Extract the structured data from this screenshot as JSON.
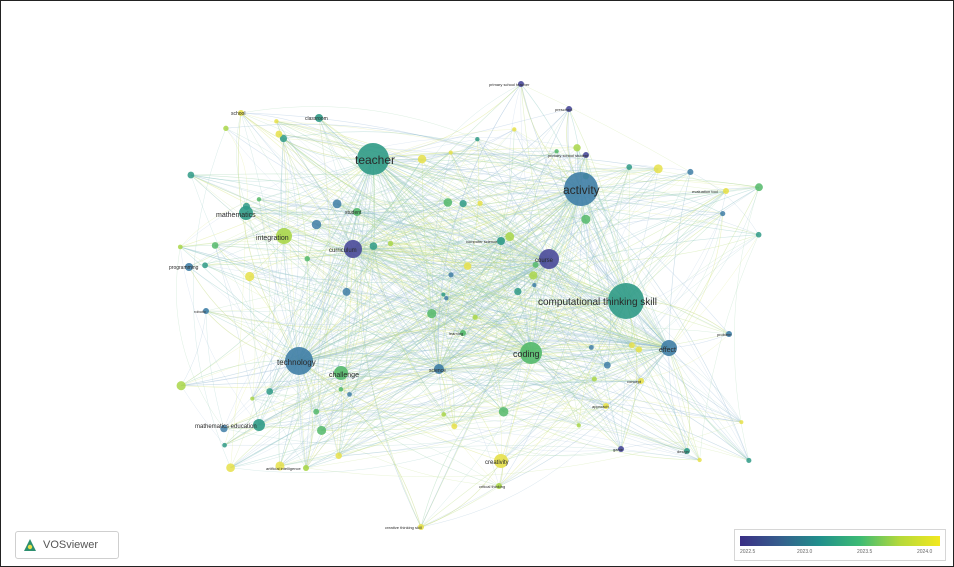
{
  "app": {
    "logo_text": "VOSviewer"
  },
  "legend": {
    "ticks": [
      "2022.5",
      "2023.0",
      "2023.5",
      "2024.0"
    ],
    "colors": [
      "#3b2f85",
      "#21908c",
      "#f2e81f"
    ]
  },
  "colors": {
    "purple": "#4a4a9a",
    "blue": "#3f7ea6",
    "teal": "#2f9a86",
    "green": "#53b96a",
    "lime": "#a9d649",
    "yellow": "#e6e04a"
  },
  "nodes": [
    {
      "label": "teacher",
      "c": "teal",
      "r": 16,
      "fs": 12
    },
    {
      "label": "activity",
      "c": "blue",
      "r": 17,
      "fs": 12
    },
    {
      "label": "computational thinking skill",
      "c": "teal",
      "r": 18,
      "fs": 10
    },
    {
      "label": "coding",
      "c": "green",
      "r": 11,
      "fs": 9
    },
    {
      "label": "technology",
      "c": "blue",
      "r": 14,
      "fs": 8
    },
    {
      "label": "mathematics",
      "c": "teal",
      "r": 7,
      "fs": 7
    },
    {
      "label": "integration",
      "c": "lime",
      "r": 8,
      "fs": 7
    },
    {
      "label": "curriculum",
      "c": "purple",
      "r": 9,
      "fs": 6
    },
    {
      "label": "course",
      "c": "purple",
      "r": 10,
      "fs": 6
    },
    {
      "label": "effect",
      "c": "blue",
      "r": 8,
      "fs": 7
    },
    {
      "label": "challenge",
      "c": "green",
      "r": 7,
      "fs": 7
    },
    {
      "label": "mathematics education",
      "c": "teal",
      "r": 6,
      "fs": 6
    },
    {
      "label": "creativity",
      "c": "yellow",
      "r": 7,
      "fs": 6
    },
    {
      "label": "science",
      "c": "blue",
      "r": 5,
      "fs": 5
    },
    {
      "label": "school",
      "c": "yellow",
      "r": 3,
      "fs": 5
    },
    {
      "label": "primary school teacher",
      "c": "purple",
      "r": 3,
      "fs": 4
    },
    {
      "label": "preschool",
      "c": "purple",
      "r": 3,
      "fs": 4
    },
    {
      "label": "primary school student",
      "c": "purple",
      "r": 3,
      "fs": 4
    },
    {
      "label": "evaluation tool",
      "c": "yellow",
      "r": 3,
      "fs": 4
    },
    {
      "label": "creative thinking skill",
      "c": "yellow",
      "r": 3,
      "fs": 4
    },
    {
      "label": "critical thinking",
      "c": "lime",
      "r": 3,
      "fs": 4
    },
    {
      "label": "artificial intelligence",
      "c": "lime",
      "r": 3,
      "fs": 4
    },
    {
      "label": "computer science",
      "c": "teal",
      "r": 4,
      "fs": 4
    },
    {
      "label": "robotic",
      "c": "blue",
      "r": 3,
      "fs": 4
    },
    {
      "label": "learning",
      "c": "green",
      "r": 3,
      "fs": 4
    },
    {
      "label": "classroom",
      "c": "teal",
      "r": 4,
      "fs": 5
    },
    {
      "label": "student",
      "c": "green",
      "r": 4,
      "fs": 5
    },
    {
      "label": "programming",
      "c": "blue",
      "r": 4,
      "fs": 5
    },
    {
      "label": "problem",
      "c": "blue",
      "r": 3,
      "fs": 4
    },
    {
      "label": "concept",
      "c": "yellow",
      "r": 3,
      "fs": 4
    },
    {
      "label": "approach",
      "c": "yellow",
      "r": 3,
      "fs": 4
    },
    {
      "label": "game",
      "c": "purple",
      "r": 3,
      "fs": 4
    },
    {
      "label": "design",
      "c": "teal",
      "r": 3,
      "fs": 4
    }
  ]
}
